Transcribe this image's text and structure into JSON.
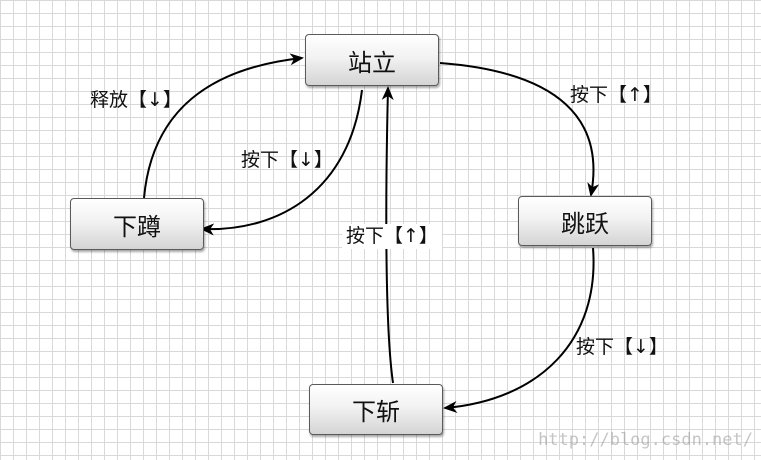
{
  "diagram": {
    "nodes": {
      "stand": "站立",
      "crouch": "下蹲",
      "jump": "跳跃",
      "slash": "下斩"
    },
    "edges": {
      "crouch_to_stand": "释放【↓】",
      "stand_to_crouch": "按下【↓】",
      "stand_to_jump": "按下【↑】",
      "slash_to_stand": "按下【↑】",
      "jump_to_slash": "按下【↓】"
    }
  },
  "watermark": "http://blog.csdn.net/"
}
